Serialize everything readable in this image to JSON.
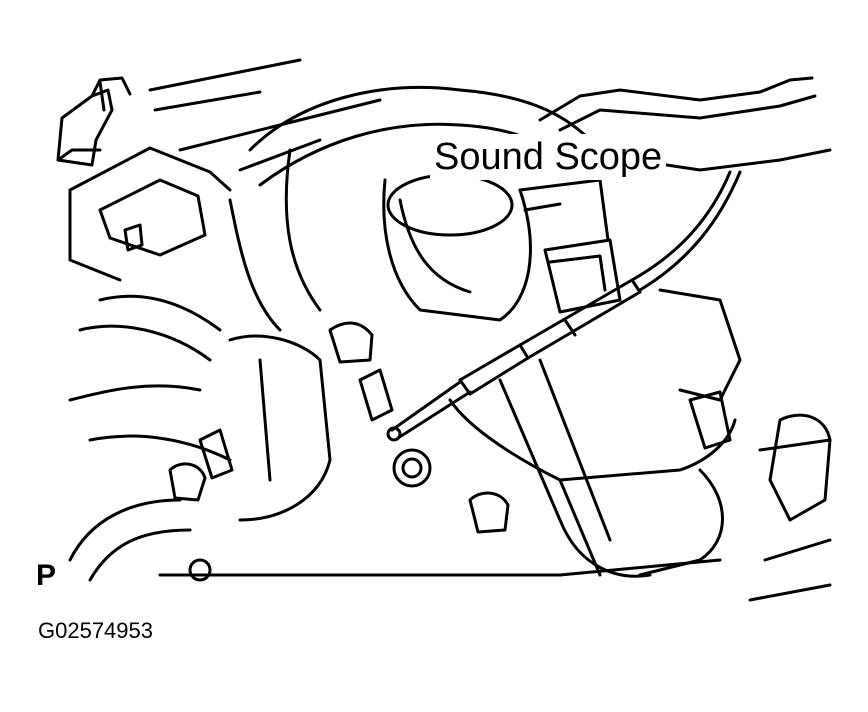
{
  "figure": {
    "callout_label": "Sound Scope",
    "view_marker": "P",
    "figure_code": "G02574953"
  },
  "colors": {
    "ink": "#000000",
    "paper": "#ffffff"
  }
}
